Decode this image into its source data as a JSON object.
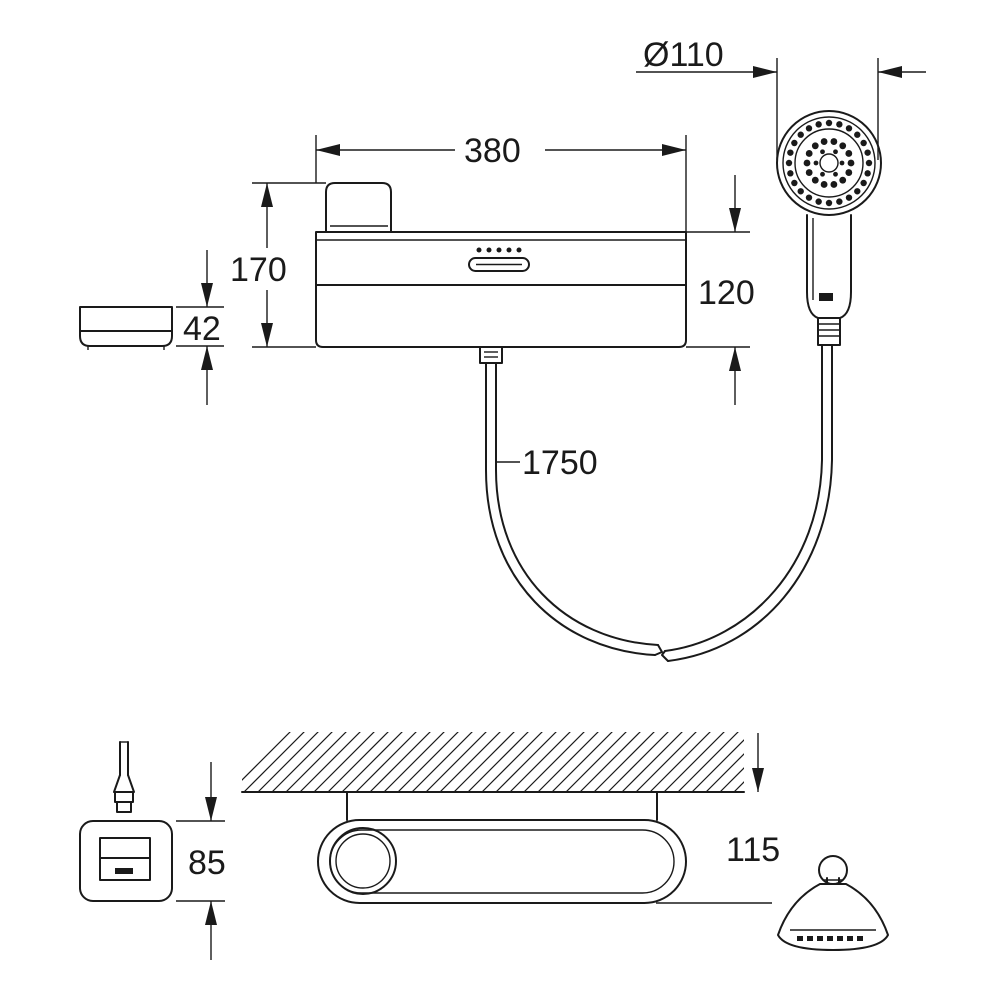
{
  "dimensions": {
    "diameter_head": "Ø110",
    "width_main": "380",
    "height_main": "170",
    "height_body": "120",
    "height_shelf": "42",
    "hose_length": "1750",
    "depth_side": "85",
    "depth_bottom": "115"
  }
}
